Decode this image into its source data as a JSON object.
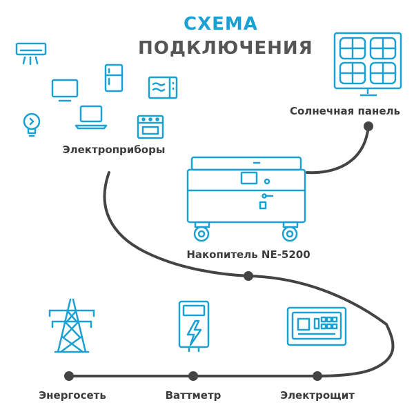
{
  "title": {
    "line1": "СХЕМА",
    "line2": "ПОДКЛЮЧЕНИЯ"
  },
  "nodes": {
    "solar_panel": "Солнечная панель",
    "appliances": "Электроприборы",
    "storage": "Накопитель NE-5200",
    "power_grid": "Энергосеть",
    "wattmeter": "Ваттметр",
    "distribution_panel": "Электрощит"
  },
  "colors": {
    "accent": "#1aa0d2",
    "line": "#444444",
    "text": "#3c3c3c",
    "title_dark": "#555555"
  },
  "icons": {
    "appliances": [
      "air-conditioner-icon",
      "tv-icon",
      "fridge-icon",
      "microwave-icon",
      "lightbulb-icon",
      "laptop-icon",
      "stove-icon"
    ],
    "solar": "solar-panel-icon",
    "storage": "battery-storage-icon",
    "grid": "power-tower-icon",
    "meter": "wattmeter-icon",
    "panel": "electrical-panel-icon"
  }
}
